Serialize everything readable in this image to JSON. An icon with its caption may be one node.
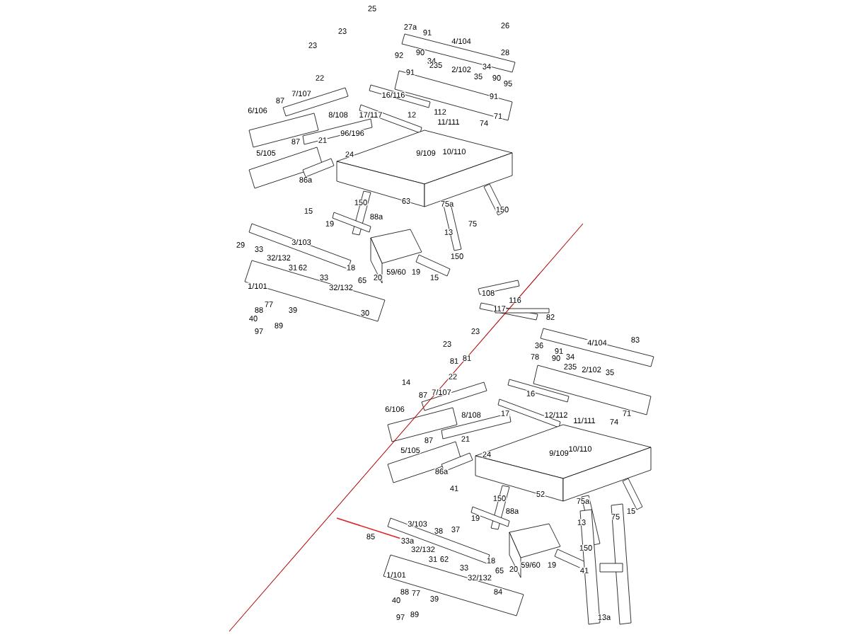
{
  "diagram": {
    "nodes": [
      {
        "text": [
          "85"
        ]
      },
      {
        "text": [
          "33a"
        ]
      }
    ],
    "edges": [
      {
        "from": null,
        "to": 1,
        "arrow": "none",
        "color": "#e02020"
      }
    ],
    "labels": [
      "25",
      "27a",
      "91",
      "4/104",
      "26",
      "28",
      "23",
      "23",
      "92",
      "90",
      "34",
      "91",
      "235",
      "2/102",
      "34",
      "35",
      "90",
      "95",
      "91",
      "22",
      "7/107",
      "87",
      "16/116",
      "6/106",
      "8/108",
      "17/117",
      "12",
      "112",
      "11/111",
      "71",
      "74",
      "87",
      "21",
      "96/196",
      "5/105",
      "24",
      "9/109",
      "10/110",
      "86a",
      "150",
      "63",
      "75a",
      "15",
      "150",
      "88a",
      "19",
      "75",
      "13",
      "3/103",
      "29",
      "33",
      "32/132",
      "150",
      "31",
      "62",
      "18",
      "33",
      "59/60",
      "19",
      "65",
      "20",
      "15",
      "1/101",
      "32/132",
      "77",
      "88",
      "39",
      "40",
      "30",
      "97",
      "89",
      "108",
      "116",
      "117",
      "82",
      "83",
      "36",
      "91",
      "4/104",
      "78",
      "90",
      "34",
      "23",
      "23",
      "81",
      "81",
      "235",
      "2/102",
      "35",
      "22",
      "14",
      "87",
      "7/107",
      "16",
      "6/106",
      "8/108",
      "17",
      "12/112",
      "11/111",
      "74",
      "71",
      "87",
      "21",
      "5/105",
      "24",
      "9/109",
      "10/110",
      "86a",
      "52",
      "150",
      "75a",
      "41",
      "88a",
      "15",
      "3/103",
      "38",
      "37",
      "19",
      "13",
      "75",
      "32/132",
      "31",
      "62",
      "33",
      "18",
      "20",
      "59/60",
      "19",
      "150",
      "65",
      "41",
      "1/101",
      "32/132",
      "84",
      "39",
      "88",
      "77",
      "40",
      "89",
      "97",
      "13a"
    ]
  }
}
